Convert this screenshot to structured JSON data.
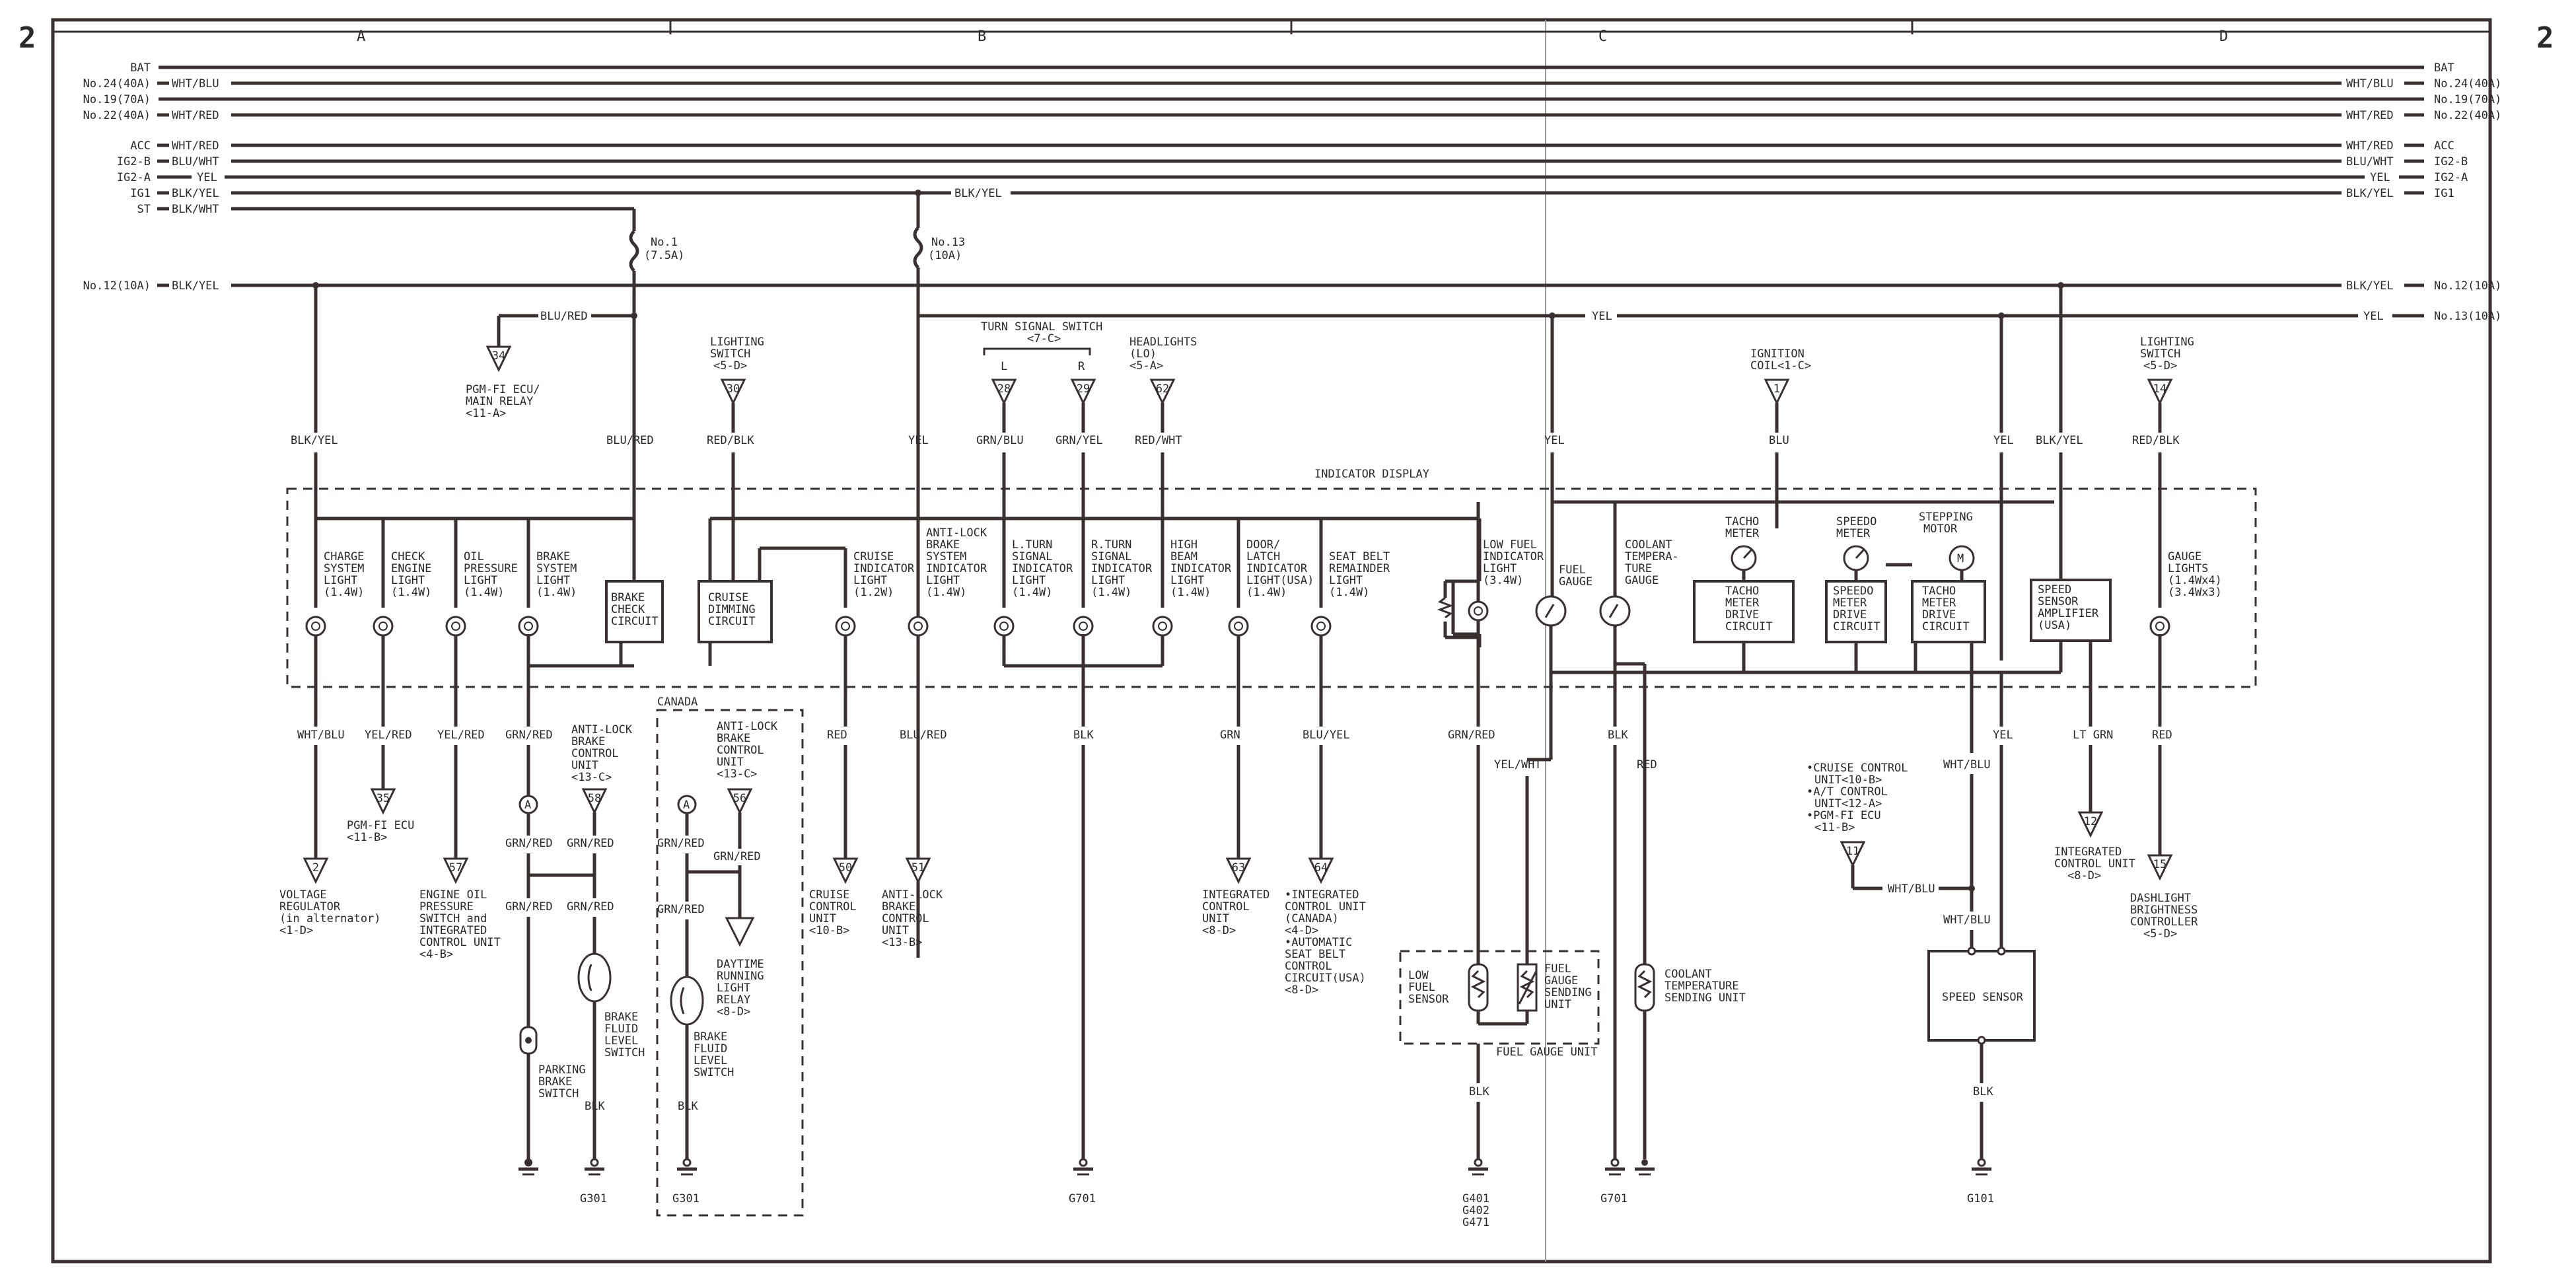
{
  "page": {
    "page_number": "2",
    "zones": [
      "A",
      "B",
      "C",
      "D"
    ]
  },
  "buses": [
    {
      "name": "BAT",
      "right_wire": "",
      "right_name": "BAT"
    },
    {
      "name": "No.24(40A)",
      "left_wire": "WHT/BLU",
      "right_wire": "WHT/BLU",
      "right_name": "No.24(40A)"
    },
    {
      "name": "No.19(70A)",
      "left_wire": "",
      "right_wire": "",
      "right_name": "No.19(70A)"
    },
    {
      "name": "No.22(40A)",
      "left_wire": "WHT/RED",
      "right_wire": "WHT/RED",
      "right_name": "No.22(40A)"
    },
    {
      "name": "ACC",
      "left_wire": "WHT/RED",
      "right_wire": "WHT/RED",
      "right_name": "ACC"
    },
    {
      "name": "IG2-B",
      "left_wire": "BLU/WHT",
      "right_wire": "BLU/WHT",
      "right_name": "IG2-B"
    },
    {
      "name": "IG2-A",
      "left_wire": "YEL",
      "right_wire": "YEL",
      "right_name": "IG2-A"
    },
    {
      "name": "IG1",
      "left_wire": "BLK/YEL",
      "right_wire": "BLK/YEL",
      "right_name": "IG1",
      "mid_wire": "BLK/YEL"
    },
    {
      "name": "ST",
      "left_wire": "BLK/WHT"
    },
    {
      "name": "No.12(10A)",
      "left_wire": "BLK/YEL",
      "right_wire": "BLK/YEL",
      "right_name": "No.12(10A)"
    },
    {
      "name": "",
      "mid_wire": "YEL",
      "right_wire": "YEL",
      "right_name": "No.13(10A)"
    }
  ],
  "fuses": [
    {
      "name": "No.1",
      "rating": "(7.5A)"
    },
    {
      "name": "No.13",
      "rating": "(10A)"
    }
  ],
  "display_title": "INDICATOR DISPLAY",
  "indicators": [
    {
      "lines": [
        "CHARGE",
        "SYSTEM",
        "LIGHT",
        "(1.4W)"
      ],
      "top_wire": "BLK/YEL",
      "bottom_wire": "WHT/BLU",
      "term": "2",
      "dest": [
        "VOLTAGE",
        "REGULATOR",
        "(in alternator)",
        "<1-D>"
      ]
    },
    {
      "lines": [
        "CHECK",
        "ENGINE",
        "LIGHT",
        "(1.4W)"
      ],
      "bottom_wire": "YEL/RED",
      "term": "35",
      "dest": [
        "PGM-FI ECU",
        "<11-B>"
      ]
    },
    {
      "lines": [
        "OIL",
        "PRESSURE",
        "LIGHT",
        "(1.4W)"
      ],
      "bottom_wire": "YEL/RED",
      "term": "57",
      "dest": [
        "ENGINE OIL",
        "PRESSURE",
        "SWITCH and",
        "INTEGRATED",
        "CONTROL UNIT",
        "<4-B>"
      ]
    },
    {
      "lines": [
        "BRAKE",
        "SYSTEM",
        "LIGHT",
        "(1.4W)"
      ],
      "bottom_wire": "GRN/RED"
    },
    {
      "lines": [
        "CRUISE",
        "INDICATOR",
        "LIGHT",
        "(1.2W)"
      ],
      "bottom_wire": "RED",
      "term": "50",
      "dest": [
        "CRUISE",
        "CONTROL",
        "UNIT",
        "<10-B>"
      ]
    },
    {
      "lines": [
        "ANTI-LOCK",
        "BRAKE",
        "SYSTEM",
        "INDICATOR",
        "LIGHT",
        "(1.4W)"
      ],
      "top_wire": "YEL",
      "bottom_wire": "BLU/RED",
      "term": "51",
      "dest": [
        "ANTI-LOCK",
        "BRAKE",
        "CONTROL",
        "UNIT",
        "<13-B>"
      ]
    },
    {
      "lines": [
        "L.TURN",
        "SIGNAL",
        "INDICATOR",
        "LIGHT",
        "(1.4W)"
      ],
      "top_wire": "GRN/BLU",
      "term": "28"
    },
    {
      "lines": [
        "R.TURN",
        "SIGNAL",
        "INDICATOR",
        "LIGHT",
        "(1.4W)"
      ],
      "top_wire": "GRN/YEL",
      "term": "29",
      "bottom_wire": "BLK",
      "ground": "G701"
    },
    {
      "lines": [
        "HIGH",
        "BEAM",
        "INDICATOR",
        "LIGHT",
        "(1.4W)"
      ],
      "top_wire": "RED/WHT",
      "term": "62"
    },
    {
      "lines": [
        "DOOR/",
        "LATCH",
        "INDICATOR",
        "LIGHT(USA)",
        "(1.4W)"
      ],
      "bottom_wire": "GRN",
      "term": "63",
      "dest": [
        "INTEGRATED",
        "CONTROL",
        "UNIT",
        "<8-D>"
      ]
    },
    {
      "lines": [
        "SEAT BELT",
        "REMAINDER",
        "LIGHT",
        "(1.4W)"
      ],
      "bottom_wire": "BLU/YEL",
      "term": "64",
      "dest": [
        "•INTEGRATED",
        "CONTROL UNIT",
        "(CANADA)",
        "<4-D>",
        "•AUTOMATIC",
        "SEAT BELT",
        "CONTROL",
        "CIRCUIT(USA)",
        "<8-D>"
      ]
    },
    {
      "lines": [
        "LOW FUEL",
        "INDICATOR",
        "LIGHT",
        "(3.4W)"
      ],
      "bottom_wire": "GRN/RED"
    },
    {
      "lines": [
        "GAUGE",
        "LIGHTS",
        "(1.4Wx4)",
        "(3.4Wx3)"
      ],
      "top_wire": "RED/BLK",
      "term": "14",
      "bottom_wire": "RED",
      "term2": "15",
      "dest": [
        "DASHLIGHT",
        "BRIGHTNESS",
        "CONTROLLER",
        "<5-D>"
      ]
    }
  ],
  "modules": [
    {
      "lines": [
        "BRAKE",
        "CHECK",
        "CIRCUIT"
      ],
      "top_wire": "BLU/RED"
    },
    {
      "lines": [
        "CRUISE",
        "DIMMING",
        "CIRCUIT"
      ],
      "top_wire": "RED/BLK",
      "term": "30"
    },
    {
      "lines": [
        "TACHO",
        "METER",
        "DRIVE",
        "CIRCUIT"
      ]
    },
    {
      "lines": [
        "SPEEDO",
        "METER",
        "DRIVE",
        "CIRCUIT"
      ]
    },
    {
      "lines": [
        "TACHO",
        "METER",
        "DRIVE",
        "CIRCUIT"
      ]
    },
    {
      "lines": [
        "SPEED",
        "SENSOR",
        "AMPLIFIER",
        "(USA)"
      ],
      "top_wire": "BLK/YEL",
      "bottom_wire": "LT GRN",
      "term": "12",
      "dest": [
        "INTEGRATED",
        "CONTROL UNIT",
        "<8-D>"
      ]
    }
  ],
  "gauges": [
    {
      "lines": [
        "FUEL",
        "GAUGE"
      ],
      "bottom_wire": "BLK"
    },
    {
      "lines": [
        "COOLANT",
        "TEMPERA-",
        "TURE",
        "GAUGE"
      ],
      "bottom_wire": "RED"
    },
    {
      "lines": [
        "TACHO",
        "METER"
      ]
    },
    {
      "lines": [
        "SPEEDO",
        "METER"
      ]
    },
    {
      "lines": [
        "STEPPING",
        "MOTOR"
      ]
    }
  ],
  "external": {
    "pgm_fi": {
      "term": "34",
      "wire": "BLU/RED",
      "lines": [
        "PGM-FI ECU/",
        "MAIN RELAY",
        "<11-A>"
      ]
    },
    "lighting_switch": {
      "term": "30",
      "lines": [
        "LIGHTING",
        "SWITCH",
        "<5-D>"
      ]
    },
    "turn_switch": {
      "lines": [
        "TURN SIGNAL SWITCH",
        "<7-C>"
      ],
      "l": "L",
      "r": "R"
    },
    "headlights": {
      "lines": [
        "HEADLIGHTS",
        "(LO)",
        "<5-A>"
      ]
    },
    "ignition_coil": {
      "term": "1",
      "wire": "BLU",
      "lines": [
        "IGNITION",
        "COIL<1-C>"
      ]
    },
    "lighting_switch_2": {
      "lines": [
        "LIGHTING",
        "SWITCH",
        "<5-D>"
      ]
    },
    "abs_unit": {
      "term": "58",
      "lines": [
        "ANTI-LOCK",
        "BRAKE",
        "CONTROL",
        "UNIT",
        "<13-C>"
      ]
    },
    "abs_unit_canada": {
      "term": "56",
      "lines": [
        "ANTI-LOCK",
        "BRAKE",
        "CONTROL",
        "UNIT",
        "<13-C>"
      ]
    },
    "canada": "CANADA",
    "drl_relay": {
      "lines": [
        "DAYTIME",
        "RUNNING",
        "LIGHT",
        "RELAY",
        "<8-D>"
      ]
    },
    "parking_brake": {
      "lines": [
        "PARKING",
        "BRAKE",
        "SWITCH"
      ]
    },
    "brake_fluid": {
      "lines": [
        "BRAKE",
        "FLUID",
        "LEVEL",
        "SWITCH"
      ]
    },
    "connector_a": "A",
    "wires": {
      "grn_red": "GRN/RED",
      "blk": "BLK",
      "yel_wht": "YEL/WHT",
      "wht_blu": "WHT/BLU",
      "yel": "YEL"
    },
    "cruise_group": {
      "term": "11",
      "lines": [
        "•CRUISE CONTROL",
        "UNIT<10-B>",
        "•A/T CONTROL",
        "UNIT<12-A>",
        "•PGM-FI ECU",
        "<11-B>"
      ]
    },
    "fuel_gauge_unit": {
      "title": "FUEL GAUGE UNIT",
      "low": [
        "LOW",
        "FUEL",
        "SENSOR"
      ],
      "sending": [
        "FUEL",
        "GAUGE",
        "SENDING",
        "UNIT"
      ]
    },
    "coolant_sender": [
      "COOLANT",
      "TEMPERATURE",
      "SENDING UNIT"
    ],
    "speed_sensor": "SPEED SENSOR"
  },
  "grounds": [
    "G301",
    "G301",
    "G701",
    "G401",
    "G402",
    "G471",
    "G701",
    "G101"
  ]
}
